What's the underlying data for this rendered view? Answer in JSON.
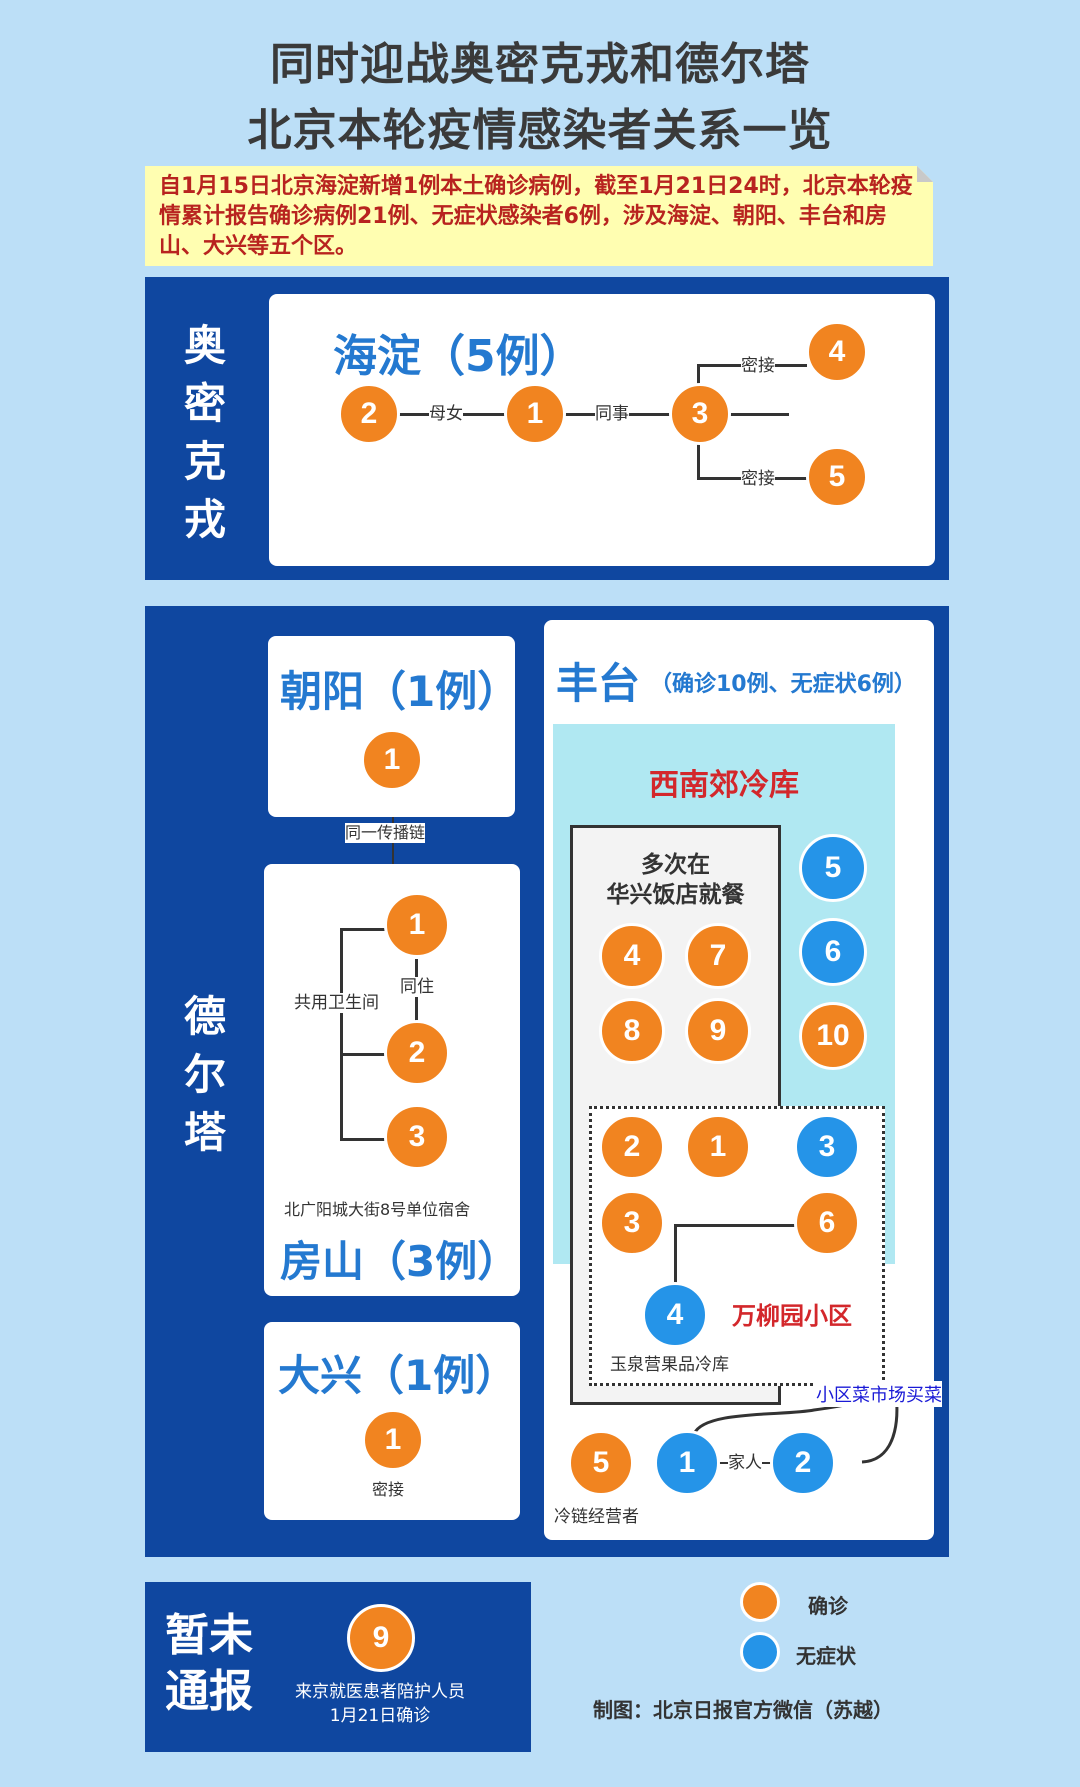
{
  "header": {
    "title_line1": "同时迎战奥密克戎和德尔塔",
    "title_line2": "北京本轮疫情感染者关系一览"
  },
  "intro": {
    "text": "自1月15日北京海淀新增1例本土确诊病例，截至1月21日24时，北京本轮疫情累计报告确诊病例21例、无症状感染者6例，涉及海淀、朝阳、丰台和房山、大兴等五个区。"
  },
  "colors": {
    "background": "#bcdff7",
    "panel": "#0f47a0",
    "confirmed": "#f18420",
    "asymptomatic": "#2594e8",
    "district_title": "#2479d0",
    "highlight_red": "#d3272b",
    "note_bg": "#fffeb1"
  },
  "omicron": {
    "label": "奥密克戎",
    "haidian": {
      "title": "海淀（5例）",
      "cases": [
        "2",
        "1",
        "3",
        "4",
        "5"
      ],
      "relations": {
        "r_2_1": "母女",
        "r_1_3": "同事",
        "r_3_4": "密接",
        "r_3_5": "密接"
      }
    }
  },
  "delta": {
    "label": "德尔塔",
    "chaoyang": {
      "title": "朝阳（1例）",
      "case": "1"
    },
    "chain_label": "同一传播链",
    "fangshan": {
      "title": "房山（3例）",
      "cases": [
        "1",
        "2",
        "3"
      ],
      "shared_bathroom": "共用卫生间",
      "cohabit": "同住",
      "location": "北广阳城大街8号单位宿舍"
    },
    "daxing": {
      "title": "大兴（1例）",
      "case": "1",
      "note": "密接"
    },
    "fengtai": {
      "title": "丰台",
      "subtitle": "（确诊10例、无症状6例）",
      "cold_storage": "西南郊冷库",
      "restaurant": "多次在\n华兴饭店就餐",
      "restaurant_line1": "多次在",
      "restaurant_line2": "华兴饭店就餐",
      "restaurant_cases": [
        "4",
        "7",
        "8",
        "9"
      ],
      "cold_storage_cases": [
        {
          "n": "5",
          "type": "asymptomatic"
        },
        {
          "n": "6",
          "type": "asymptomatic"
        },
        {
          "n": "10",
          "type": "confirmed"
        }
      ],
      "community": "万柳园小区",
      "community_cases": [
        {
          "n": "2",
          "type": "confirmed"
        },
        {
          "n": "1",
          "type": "confirmed"
        },
        {
          "n": "3",
          "type": "asymptomatic"
        },
        {
          "n": "3",
          "type": "confirmed"
        },
        {
          "n": "6",
          "type": "confirmed"
        },
        {
          "n": "4",
          "type": "asymptomatic"
        }
      ],
      "yuquanying": "玉泉营果品冷库",
      "market_label": "小区菜市场买菜",
      "family_label": "家人",
      "family_cases": [
        "1",
        "2"
      ],
      "cold_chain_case": "5",
      "cold_chain_label": "冷链经营者"
    }
  },
  "unreported": {
    "label_line1": "暂未",
    "label_line2": "通报",
    "case": "9",
    "desc_line1": "来京就医患者陪护人员",
    "desc_line2": "1月21日确诊"
  },
  "legend": {
    "confirmed": "确诊",
    "asymptomatic": "无症状"
  },
  "credit": "制图：北京日报官方微信（苏越）"
}
